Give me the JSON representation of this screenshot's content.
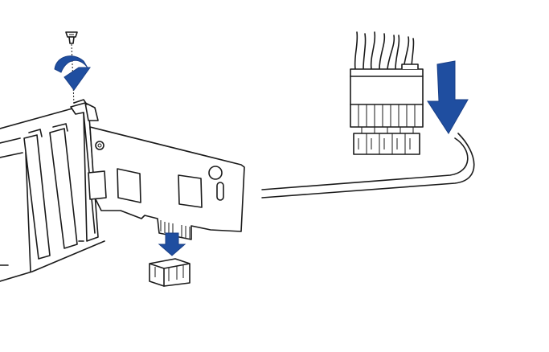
{
  "colors": {
    "line": "#1a1a1a",
    "arrow": "#1f4ea0",
    "background": "#ffffff"
  },
  "figure": {
    "left_panel": {
      "steps": [
        "screw",
        "rotate-arrow",
        "card-insert",
        "insert-arrow",
        "slot-connector"
      ]
    },
    "right_panel": {
      "steps": [
        "cable-header",
        "insert-arrow",
        "board-pins"
      ]
    }
  }
}
